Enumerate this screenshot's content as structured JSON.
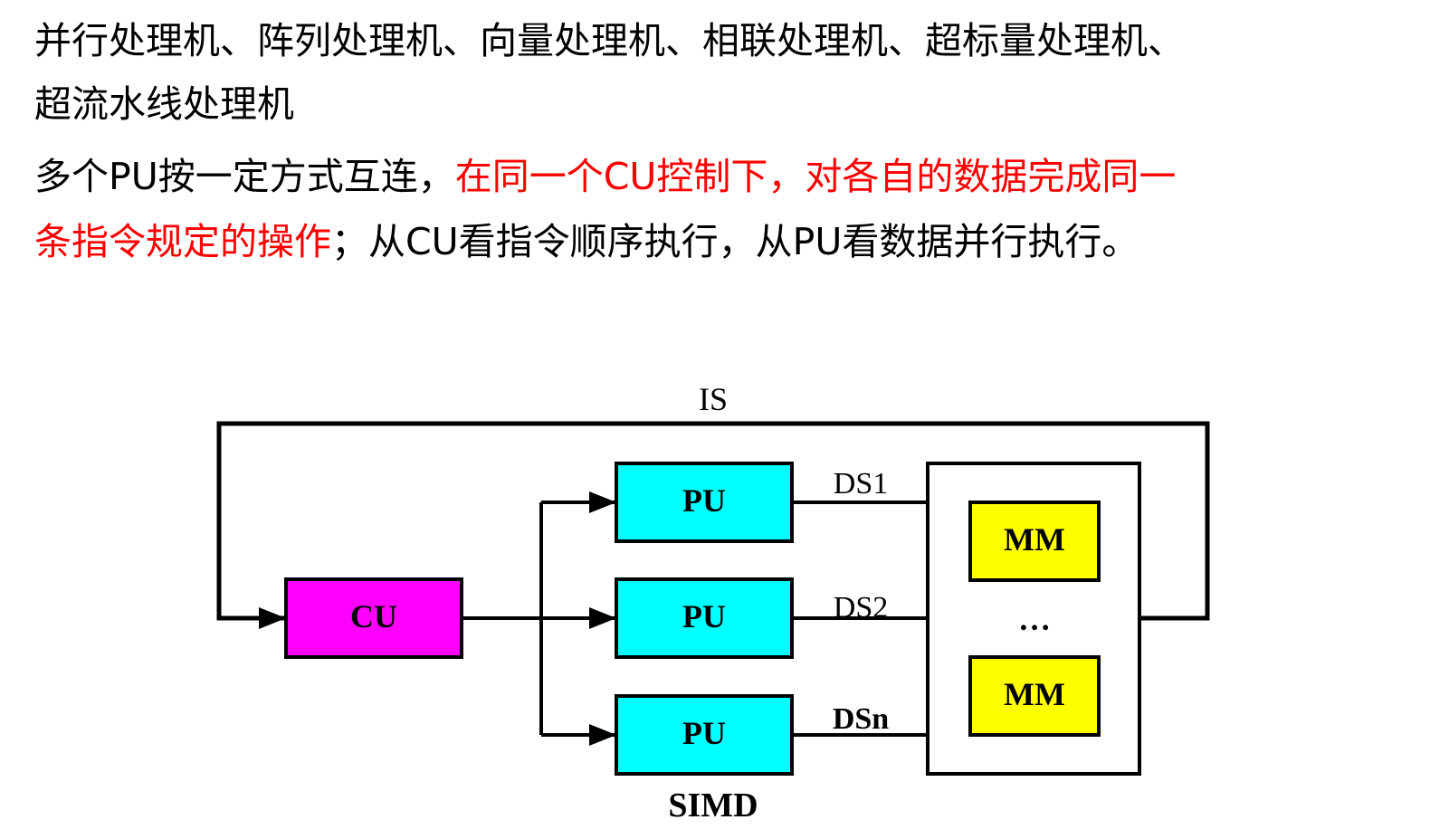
{
  "text": {
    "line1": "并行处理机、阵列处理机、向量处理机、相联处理机、超标量处理机、",
    "line2": "超流水线处理机",
    "line3_black": "多个PU按一定方式互连，",
    "line3_red": "在同一个CU控制下，对各自的数据完成同一",
    "line4_red": "条指令规定的操作",
    "line4_black": "；从CU看指令顺序执行，从PU看数据并行执行。"
  },
  "diagram": {
    "is_label": "IS",
    "cu_label": "CU",
    "pu_labels": [
      "PU",
      "PU",
      "PU"
    ],
    "ds_labels": [
      "DS1",
      "DS2",
      "DSn"
    ],
    "mm_labels": [
      "MM",
      "MM"
    ],
    "mm_ellipsis": "…",
    "caption": "SIMD"
  },
  "colors": {
    "cu_fill": "#ff00ff",
    "pu_fill": "#00ffff",
    "mm_fill": "#ffff00",
    "highlight_text": "#ff0000"
  }
}
